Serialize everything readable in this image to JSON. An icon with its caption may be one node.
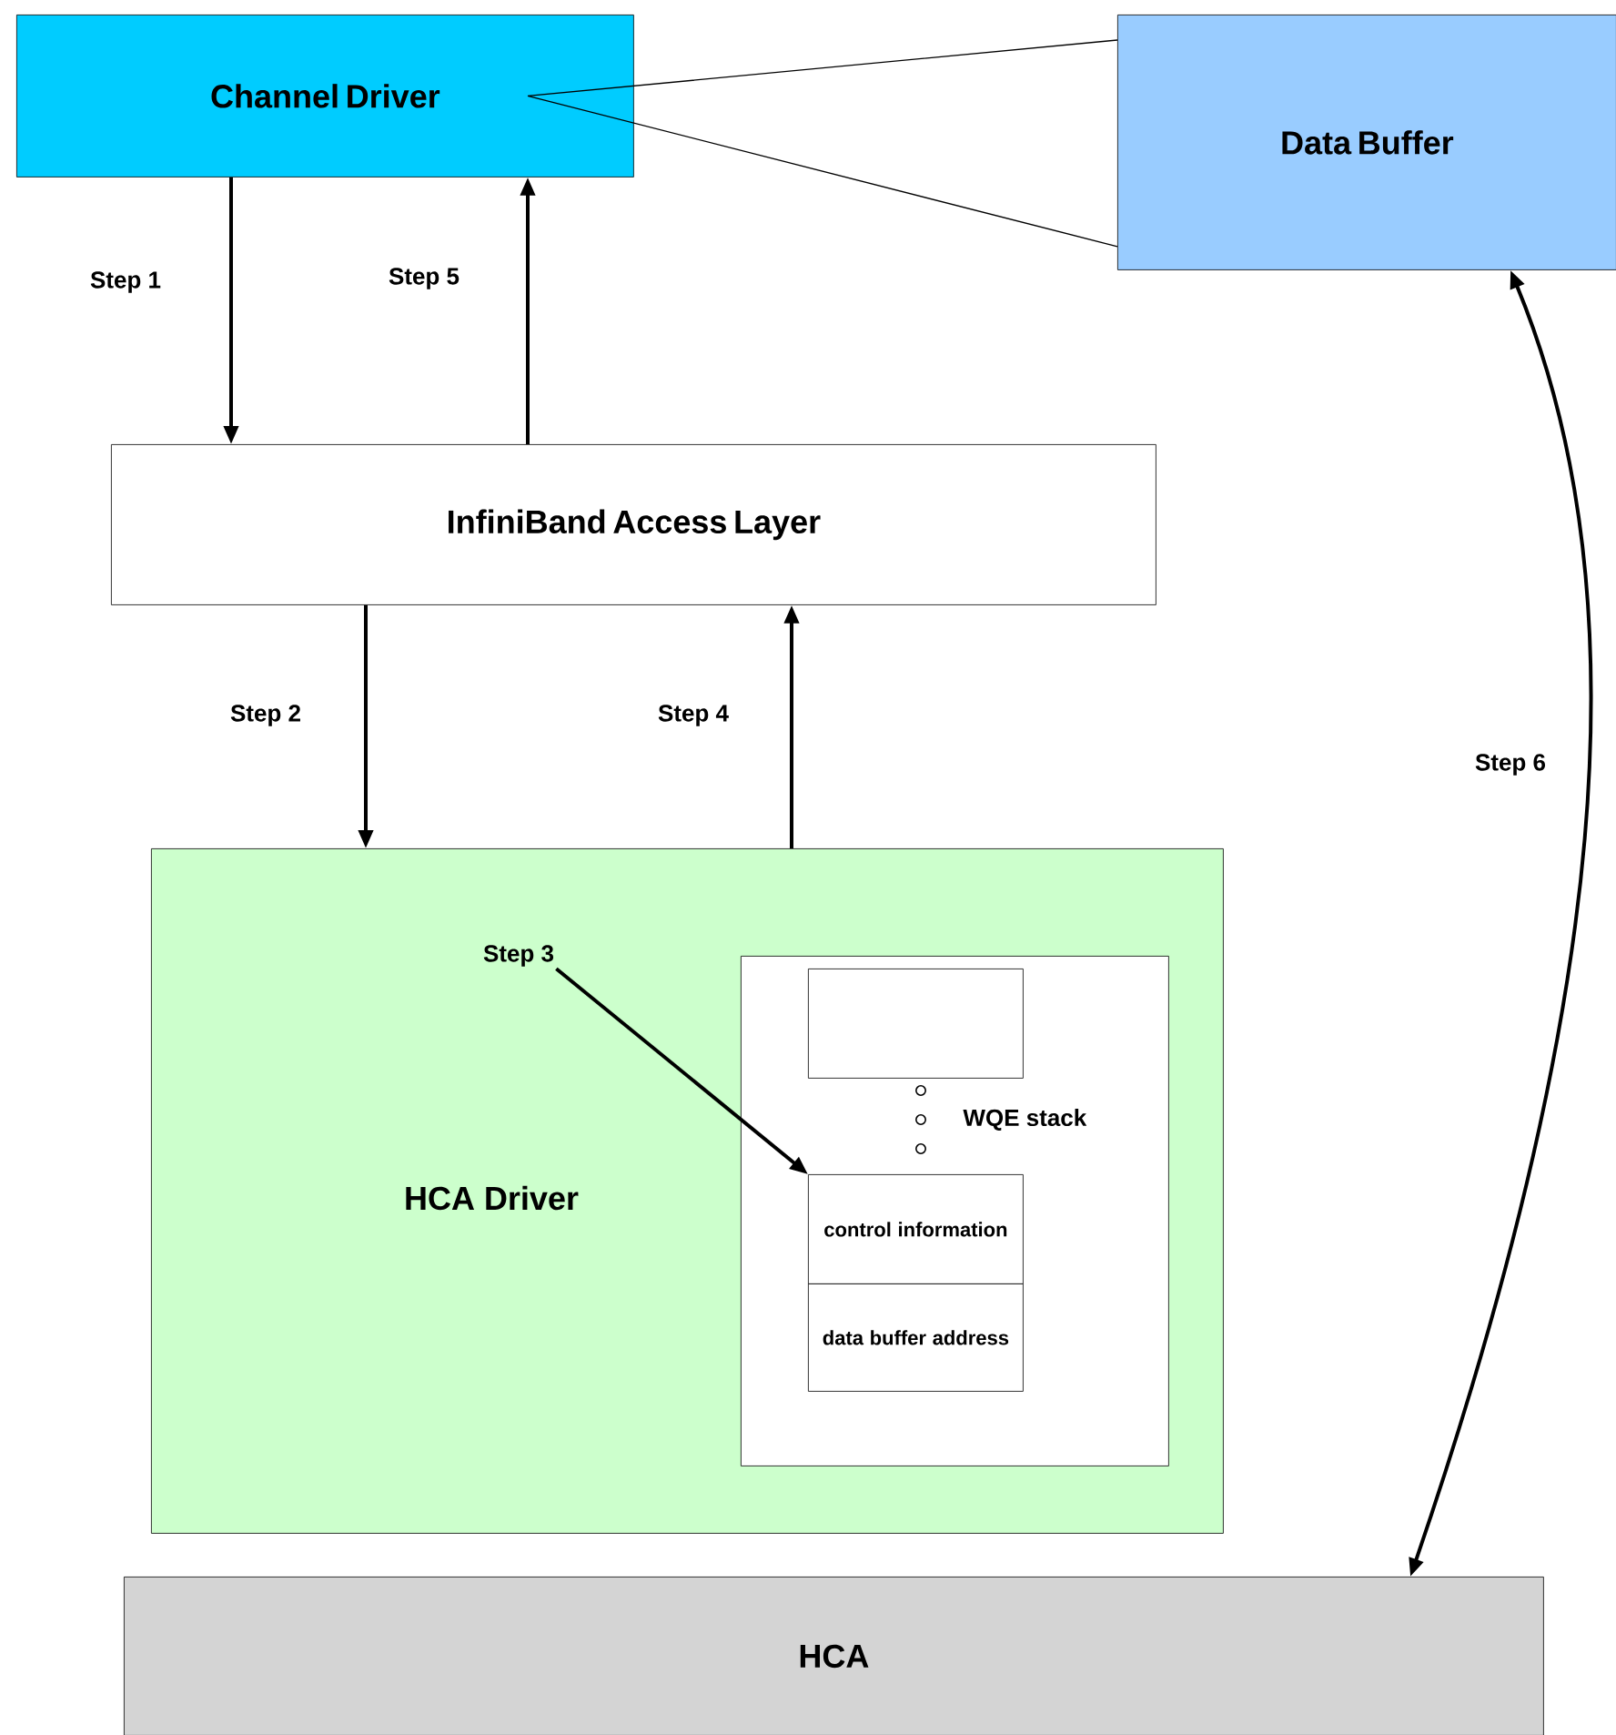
{
  "diagram": {
    "nodes": [
      {
        "text": [
          "Channel Driver"
        ]
      },
      {
        "text": [
          "Data Buffer"
        ]
      },
      {
        "text": [
          "InfiniBand Access Layer"
        ]
      },
      {
        "text": [
          "HCA Driver"
        ]
      },
      {
        "text": [],
        "shape": "box",
        "in": 3
      },
      {
        "text": [],
        "shape": "box",
        "in": 4
      },
      {
        "text": [
          "control information"
        ],
        "in": 4
      },
      {
        "text": [
          "data buffer address"
        ],
        "in": 4
      },
      {
        "text": [
          "HCA"
        ]
      },
      {
        "text": [
          "Step 3"
        ],
        "in": 3
      }
    ],
    "edges": [
      {
        "from": 0,
        "to": 2,
        "arrow": "to",
        "label": "Step 1"
      },
      {
        "from": 2,
        "to": 0,
        "arrow": "to",
        "label": "Step 5"
      },
      {
        "from": 2,
        "to": 3,
        "arrow": "to",
        "label": "Step 2"
      },
      {
        "from": 3,
        "to": 2,
        "arrow": "to",
        "label": "Step 4"
      },
      {
        "from": 9,
        "to": 6,
        "arrow": "to"
      },
      {
        "from": 1,
        "to": 8,
        "arrow": "both",
        "label": "Step 6"
      },
      {
        "from": 1,
        "to": 0,
        "arrow": "none"
      }
    ],
    "labels": [
      "WQE stack"
    ]
  }
}
